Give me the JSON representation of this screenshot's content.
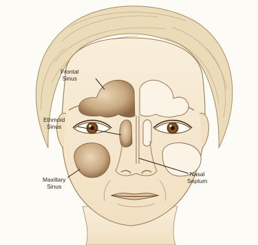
{
  "labels": {
    "frontal": {
      "line1": "Frontal",
      "line2": "Sinus"
    },
    "ethmoid": {
      "line1": "Ethmoid",
      "line2": "Sinus"
    },
    "maxillary": {
      "line1": "Maxillary",
      "line2": "Sinus"
    },
    "septum": {
      "line1": "Nasal",
      "line2": "Septum"
    }
  },
  "colors": {
    "background": "#fdfbf6",
    "skin": "#f6ead4",
    "hair": "#e9d6b0",
    "outline": "#7a5a38",
    "sinus_fill": "#c9a982",
    "sinus_shadow": "#8a6644",
    "iris": "#7a4a22",
    "leader_line": "#2a2218"
  }
}
